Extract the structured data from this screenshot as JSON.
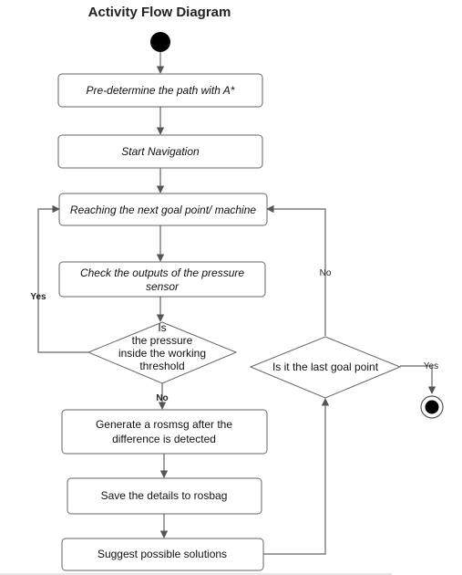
{
  "title": "Activity Flow Diagram",
  "nodes": {
    "predetermine": "Pre-determine the path with A*",
    "start_nav": "Start Navigation",
    "reach_goal": "Reaching the next goal point/ machine",
    "check_outputs": [
      "Check the outputs of the pressure",
      "sensor"
    ],
    "pressure_check": [
      "Is",
      "the pressure",
      "inside the working",
      "threshold"
    ],
    "generate_rosmsg": [
      "Generate a rosmsg after the",
      "difference is detected"
    ],
    "save_details": "Save the details to rosbag",
    "suggest": "Suggest possible solutions",
    "last_goal": "Is it the last goal point"
  },
  "edge_labels": {
    "pressure_yes": "Yes",
    "pressure_no": "No",
    "last_no": "No",
    "last_yes": "Yes"
  },
  "colors": {
    "stroke": "#666666",
    "fill": "#ffffff",
    "text": "#111111",
    "start_end": "#000000"
  }
}
